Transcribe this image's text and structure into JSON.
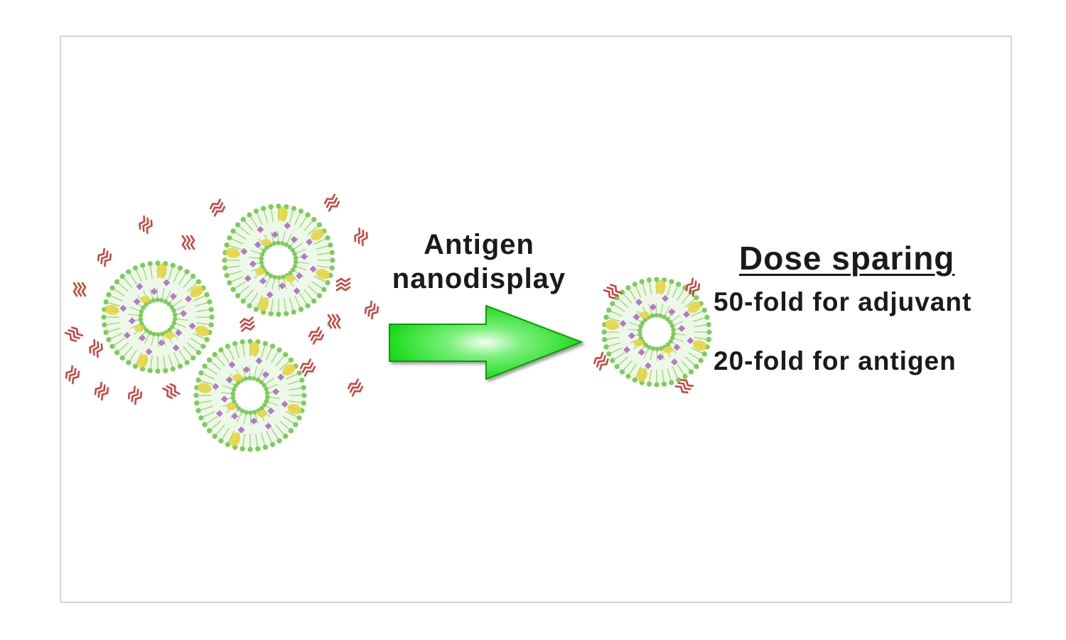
{
  "diagram": {
    "arrow_label_line1": "Antigen",
    "arrow_label_line2": "nanodisplay",
    "result_heading": "Dose sparing",
    "result_line1": "50-fold for adjuvant",
    "result_line2": "20-fold for antigen"
  },
  "colors": {
    "lipid_green": "#7ccc5a",
    "lipid_tail": "#a8d98c",
    "adjuvant_yellow": "#e8d23a",
    "adjuvant_purple": "#b27ac7",
    "antigen_red": "#c8463f",
    "arrow_green": "#22dd22",
    "arrow_glow": "#e6ffe6",
    "text": "#1a1a1a",
    "frame_border": "#d6d6d6"
  }
}
